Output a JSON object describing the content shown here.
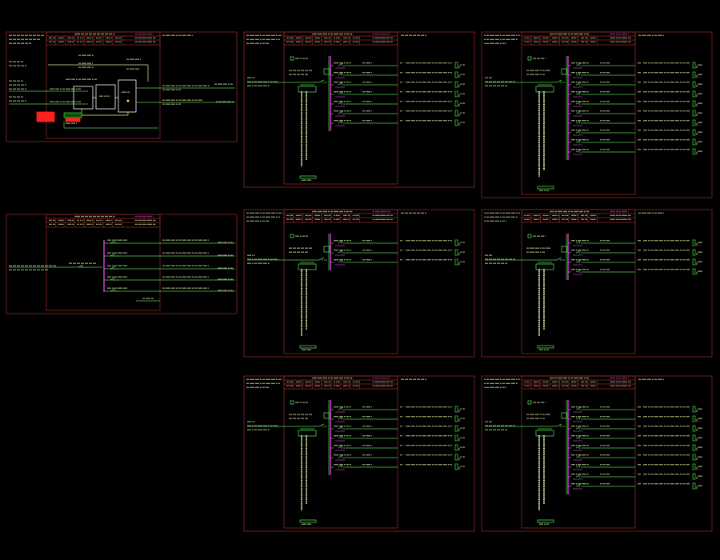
{
  "window": {
    "background": "#000000"
  },
  "colors": {
    "frame": "#8c2a2a",
    "bus": "#cc33cc",
    "wire": "#55cc55",
    "text": "#d8f0a8",
    "yellow": "#ffff44",
    "red": "#ff2020",
    "white": "#ffffff",
    "green_box": "#33cc33"
  },
  "sheets": [
    {
      "id": "s1",
      "kind": "ats"
    },
    {
      "id": "s2",
      "kind": "small-panel"
    },
    {
      "id": "s3",
      "kind": "dist-board",
      "branches": 7
    },
    {
      "id": "s4",
      "kind": "dist-board",
      "branches": 10
    },
    {
      "id": "s5",
      "kind": "dist-board",
      "branches": 3
    },
    {
      "id": "s6",
      "kind": "dist-board",
      "branches": 4
    },
    {
      "id": "s7",
      "kind": "dist-board",
      "branches": 7
    },
    {
      "id": "s8",
      "kind": "dist-board",
      "branches": 9
    }
  ]
}
